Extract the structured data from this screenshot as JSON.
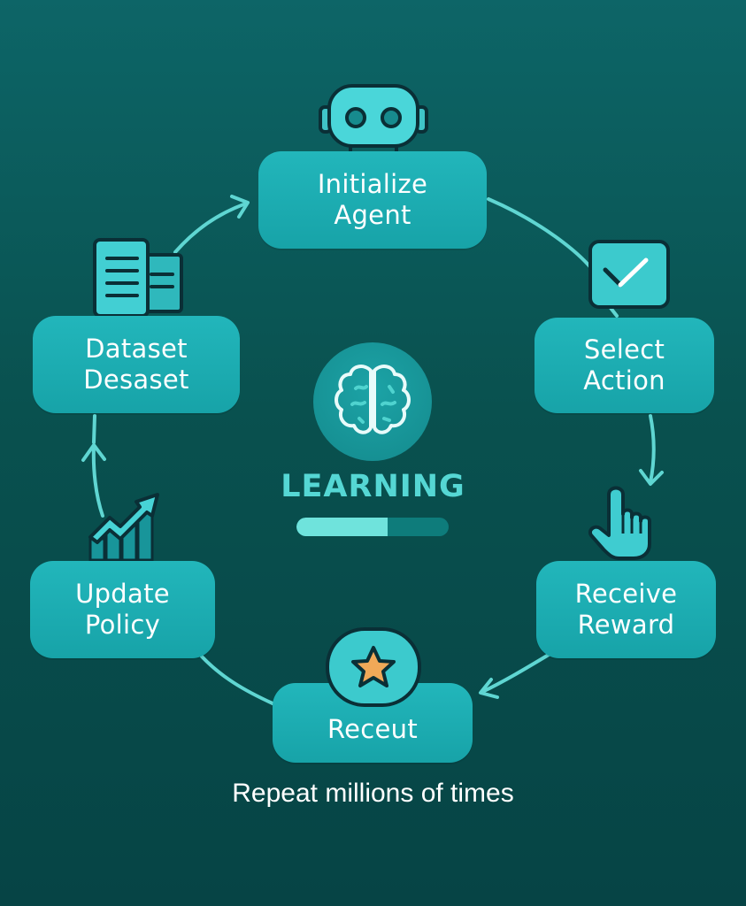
{
  "diagram": {
    "center": {
      "icon": "brain-icon",
      "title": "LEARNING",
      "progress_percent": 60
    },
    "nodes": [
      {
        "id": "initialize-agent",
        "lines": [
          "Initialize",
          "Agent"
        ],
        "icon": "robot-icon"
      },
      {
        "id": "select-action",
        "lines": [
          "Select",
          "Action"
        ],
        "icon": "checkbox-icon"
      },
      {
        "id": "receive-reward",
        "lines": [
          "Receive",
          "Reward"
        ],
        "icon": "pointer-hand-icon"
      },
      {
        "id": "receut",
        "lines": [
          "Receut"
        ],
        "icon": "star-icon"
      },
      {
        "id": "update-policy",
        "lines": [
          "Update",
          "Policy"
        ],
        "icon": "growth-chart-icon"
      },
      {
        "id": "dataset",
        "lines": [
          "Dataset",
          "Desaset"
        ],
        "icon": "documents-icon"
      }
    ],
    "flow": [
      "initialize-agent",
      "select-action",
      "receive-reward",
      "receut",
      "update-policy",
      "dataset",
      "initialize-agent"
    ],
    "footer": "Repeat millions of times"
  },
  "colors": {
    "background_top": "#0d6567",
    "background_bottom": "#064445",
    "node_fill": "#1aabb0",
    "icon_fill": "#48d3d6",
    "outline": "#0a2f36",
    "connector": "#5fd6d2",
    "accent_title": "#55d7d4",
    "progress_fill": "#6fe3dc",
    "progress_track": "#0e7c7b",
    "star": "#f0a958"
  }
}
